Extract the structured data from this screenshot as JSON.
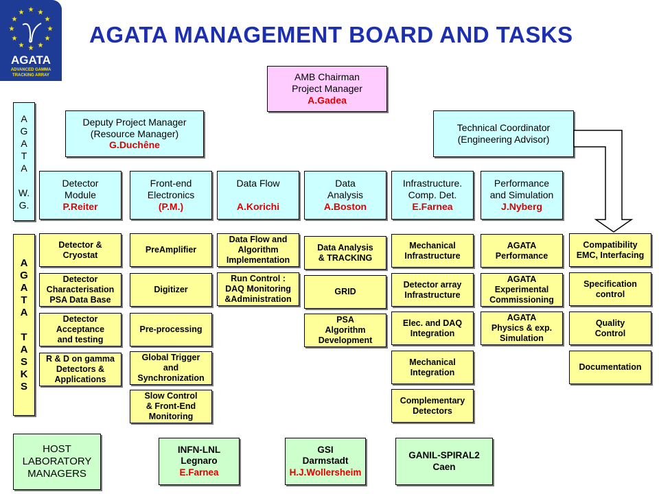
{
  "logo": {
    "name": "AGATA",
    "sub1": "ADVANCED GAMMA",
    "sub2": "TRACKING ARRAY"
  },
  "title": "AGATA MANAGEMENT BOARD AND TASKS",
  "chair": {
    "l1": "AMB Chairman",
    "l2": "Project Manager",
    "person": "A.Gadea"
  },
  "deputy": {
    "l1": "Deputy Project Manager",
    "l2": "(Resource Manager)",
    "person": "G.Duchêne"
  },
  "tech": {
    "l1": "Technical Coordinator",
    "l2": "(Engineering Advisor)"
  },
  "wg_label": [
    "A",
    "G",
    "A",
    "T",
    "A",
    "",
    "W.",
    "G."
  ],
  "tasks_label": [
    "A",
    "G",
    "A",
    "T",
    "A",
    "",
    "T",
    "A",
    "S",
    "K",
    "S"
  ],
  "wg": [
    {
      "l1": "Detector",
      "l2": "Module",
      "person": "P.Reiter"
    },
    {
      "l1": "Front-end",
      "l2": "Electronics",
      "person": "(P.M.)"
    },
    {
      "l1": "Data Flow",
      "l2": "",
      "person": "A.Korichi"
    },
    {
      "l1": "Data",
      "l2": "Analysis",
      "person": "A.Boston"
    },
    {
      "l1": "Infrastructure.",
      "l2": "Comp. Det.",
      "person": "E.Farnea"
    },
    {
      "l1": "Performance",
      "l2": "and Simulation",
      "person": "J.Nyberg"
    }
  ],
  "tasks": [
    [
      [
        "Detector &",
        "Cryostat"
      ],
      [
        "Detector",
        "Characterisation",
        "PSA Data Base"
      ],
      [
        "Detector",
        "Acceptance",
        "and testing"
      ],
      [
        "R & D on gamma",
        "Detectors &",
        "Applications"
      ]
    ],
    [
      [
        "PreAmplifier"
      ],
      [
        "Digitizer"
      ],
      [
        "Pre-processing"
      ],
      [
        "Global Trigger",
        "and",
        "Synchronization"
      ],
      [
        "Slow Control",
        "& Front-End",
        "Monitoring"
      ]
    ],
    [
      [
        "Data Flow and",
        "Algorithm",
        "Implementation"
      ],
      [
        "Run Control :",
        "DAQ Monitoring",
        "&Administration"
      ]
    ],
    [
      [
        "Data Analysis",
        "& TRACKING"
      ],
      [
        "GRID"
      ],
      [
        "PSA",
        "Algorithm",
        "Development"
      ]
    ],
    [
      [
        "Mechanical",
        "Infrastructure"
      ],
      [
        "Detector array",
        "Infrastructure"
      ],
      [
        "Elec. and DAQ",
        "Integration"
      ],
      [
        "Mechanical",
        "Integration"
      ],
      [
        "Complementary",
        "Detectors"
      ]
    ],
    [
      [
        "AGATA",
        "Performance"
      ],
      [
        "AGATA",
        "Experimental",
        "Commissioning"
      ],
      [
        "AGATA",
        "Physics & exp.",
        "Simulation"
      ]
    ],
    [
      [
        "Compatibility",
        "EMC, Interfacing"
      ],
      [
        "Specification",
        "control"
      ],
      [
        "Quality",
        "Control"
      ],
      [
        "Documentation"
      ]
    ]
  ],
  "host": {
    "l1": "HOST",
    "l2": "LABORATORY",
    "l3": "MANAGERS"
  },
  "labs": [
    {
      "l1": "INFN-LNL",
      "l2": "Legnaro",
      "person": "E.Farnea"
    },
    {
      "l1": "GSI",
      "l2": "Darmstadt",
      "person": "H.J.Wollersheim"
    },
    {
      "l1": "GANIL-SPIRAL2",
      "l2": "Caen",
      "person": ""
    }
  ]
}
